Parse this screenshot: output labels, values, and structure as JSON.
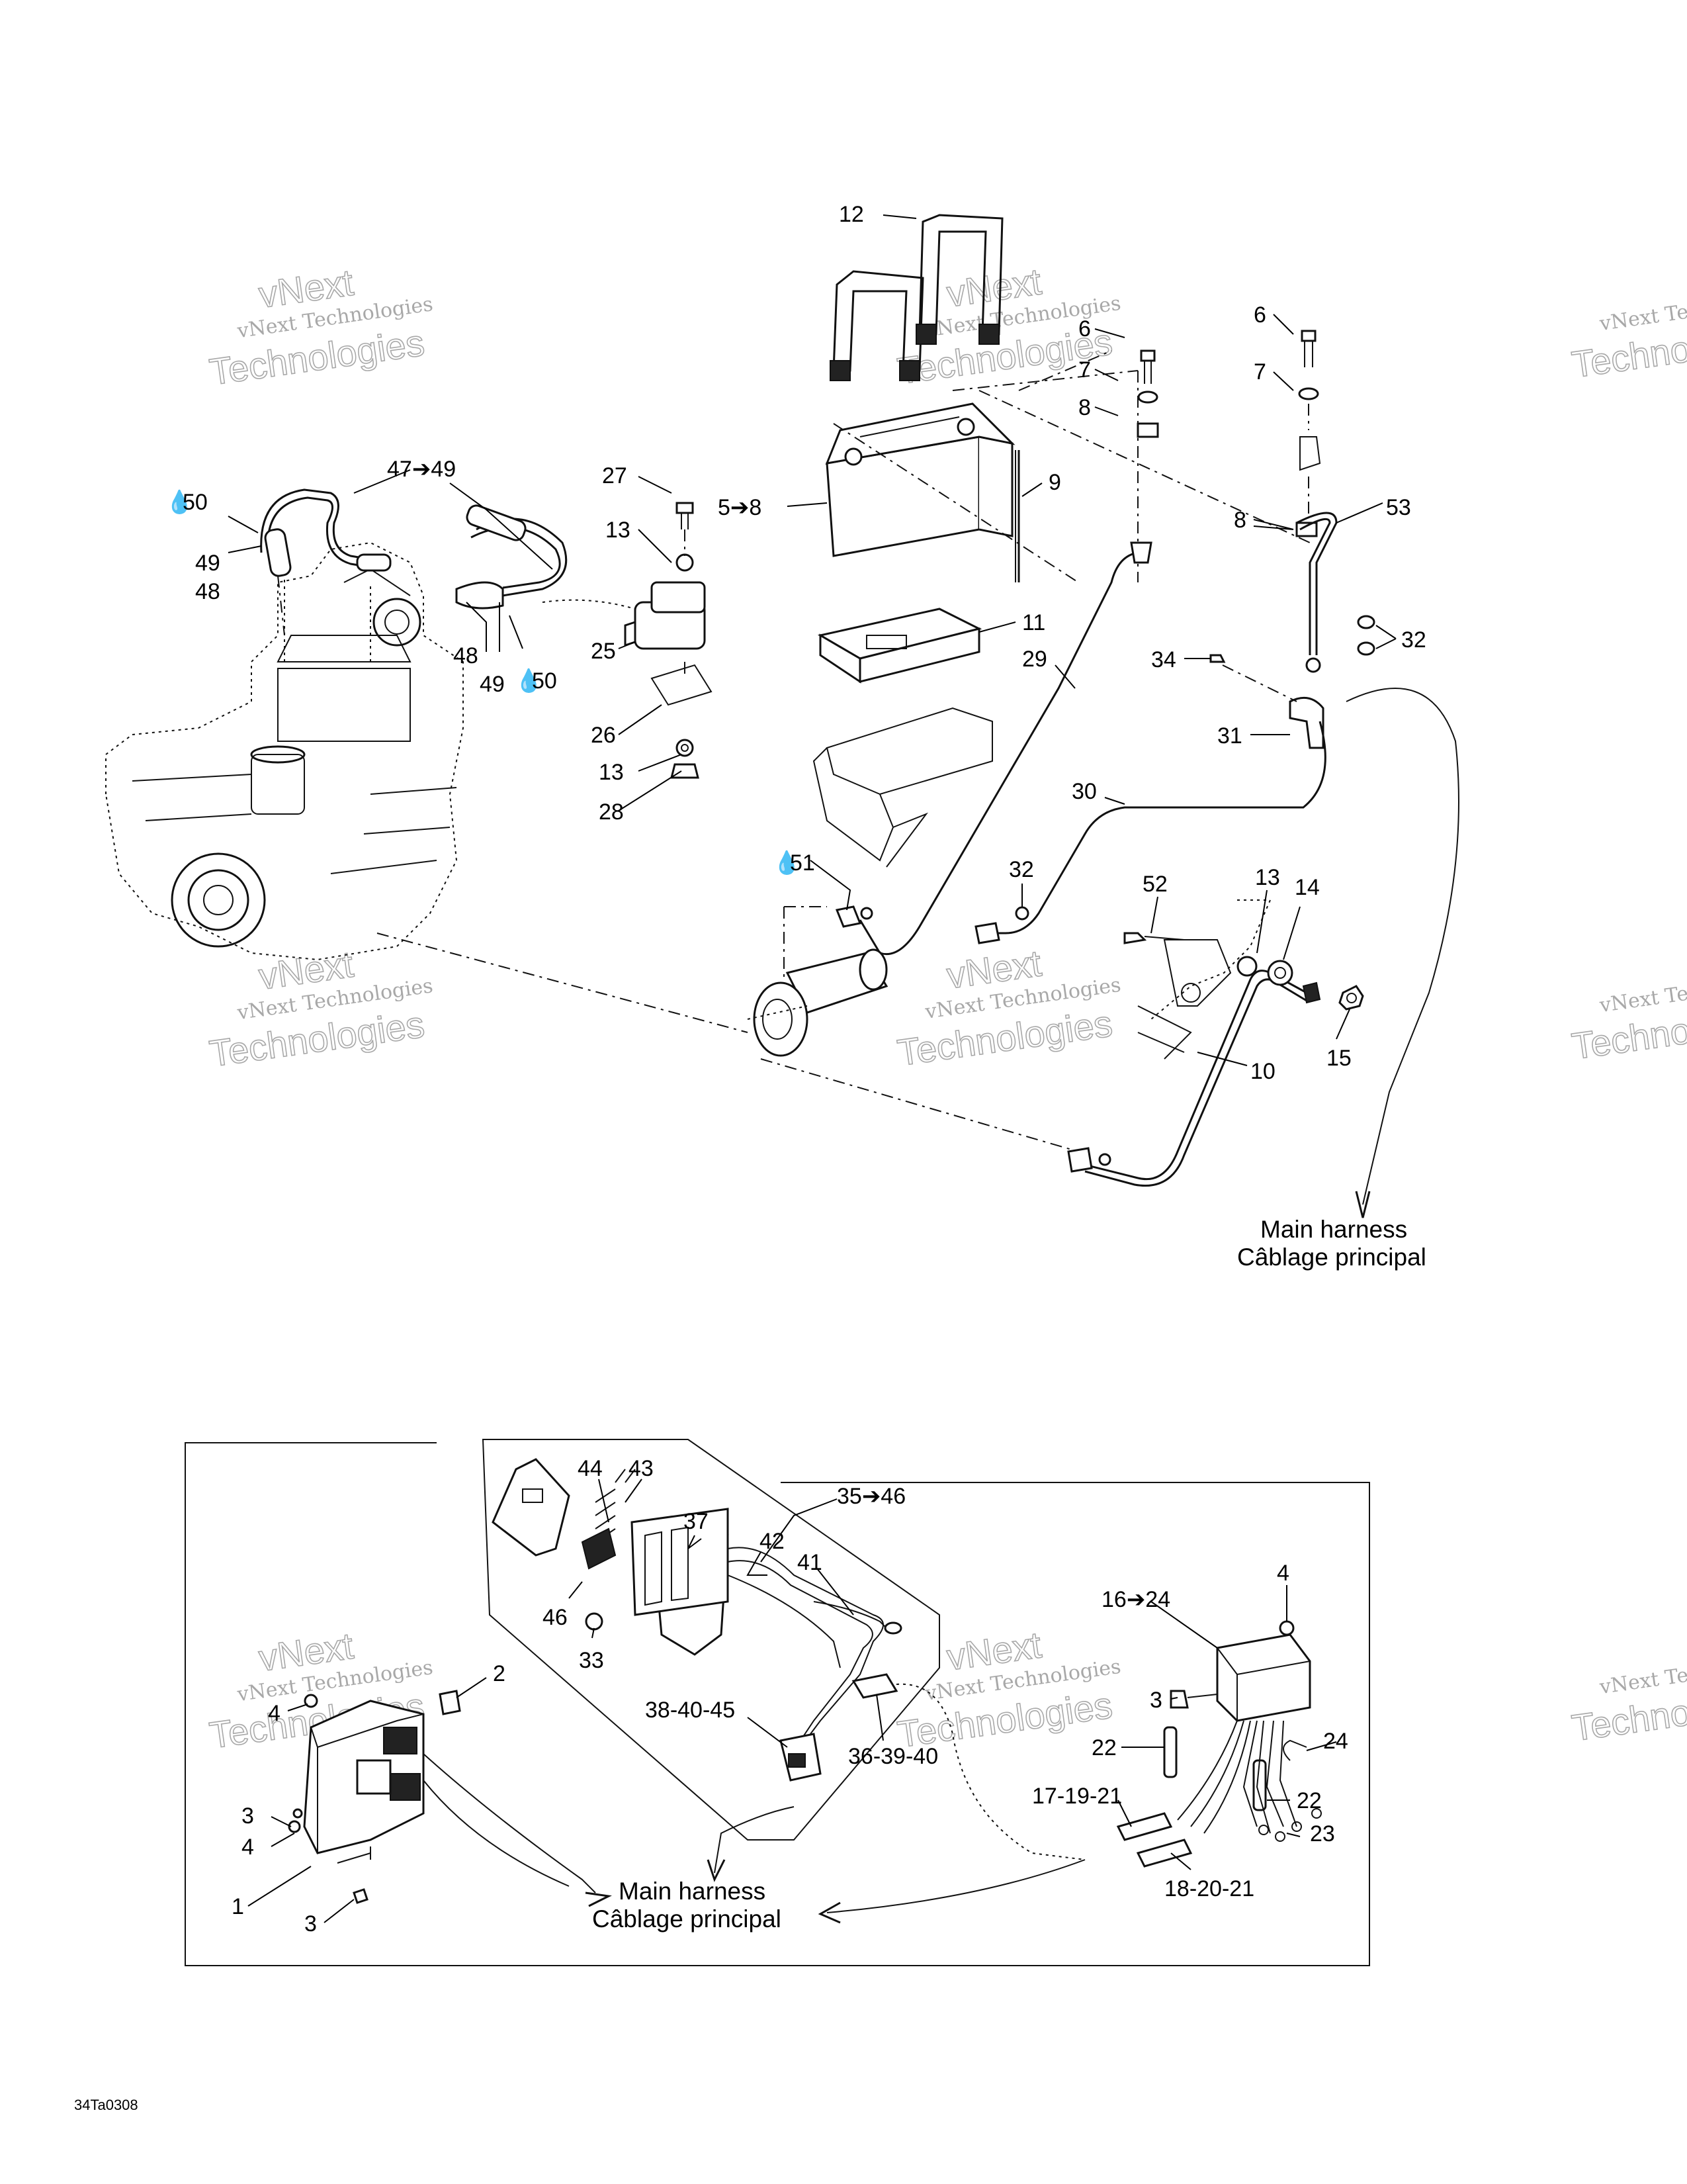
{
  "watermark": {
    "line1": "vNext Technologies",
    "line2": "Technologies",
    "line3": "vNext"
  },
  "notes": {
    "main_harness_en": "Main harness",
    "main_harness_fr": "Câblage principal"
  },
  "labels": {
    "l12": "12",
    "l6a": "6",
    "l7a": "7",
    "l8a": "8",
    "l6b": "6",
    "l7b": "7",
    "l9": "9",
    "l5_8": "5➔8",
    "l27": "27",
    "l13a": "13",
    "l47_49": "47➔49",
    "l50a": "50",
    "l49a": "49",
    "l48a": "48",
    "l48b": "48",
    "l49b": "49",
    "l50b": "50",
    "l25": "25",
    "l26": "26",
    "l13b": "13",
    "l28": "28",
    "l11": "11",
    "l29": "29",
    "l8b": "8",
    "l53": "53",
    "l32a": "32",
    "l34": "34",
    "l31": "31",
    "l30": "30",
    "l51": "51",
    "l32b": "32",
    "l52": "52",
    "l13c": "13",
    "l14": "14",
    "l15": "15",
    "l10": "10",
    "b44": "44",
    "b43": "43",
    "b37": "37",
    "b35_46": "35➔46",
    "b42": "42",
    "b41": "41",
    "b46": "46",
    "b33": "33",
    "b38_40_45": "38-40-45",
    "b36_39_40": "36-39-40",
    "b16_24": "16➔24",
    "b4a": "4",
    "b3a": "3",
    "b22a": "22",
    "b24": "24",
    "b22b": "22",
    "b17_19_21": "17-19-21",
    "b23": "23",
    "b18_20_21": "18-20-21",
    "b2": "2",
    "b4b": "4",
    "b3b": "3",
    "b4c": "4",
    "b1": "1",
    "b3c": "3"
  },
  "drawing_code": "34Ta0308"
}
